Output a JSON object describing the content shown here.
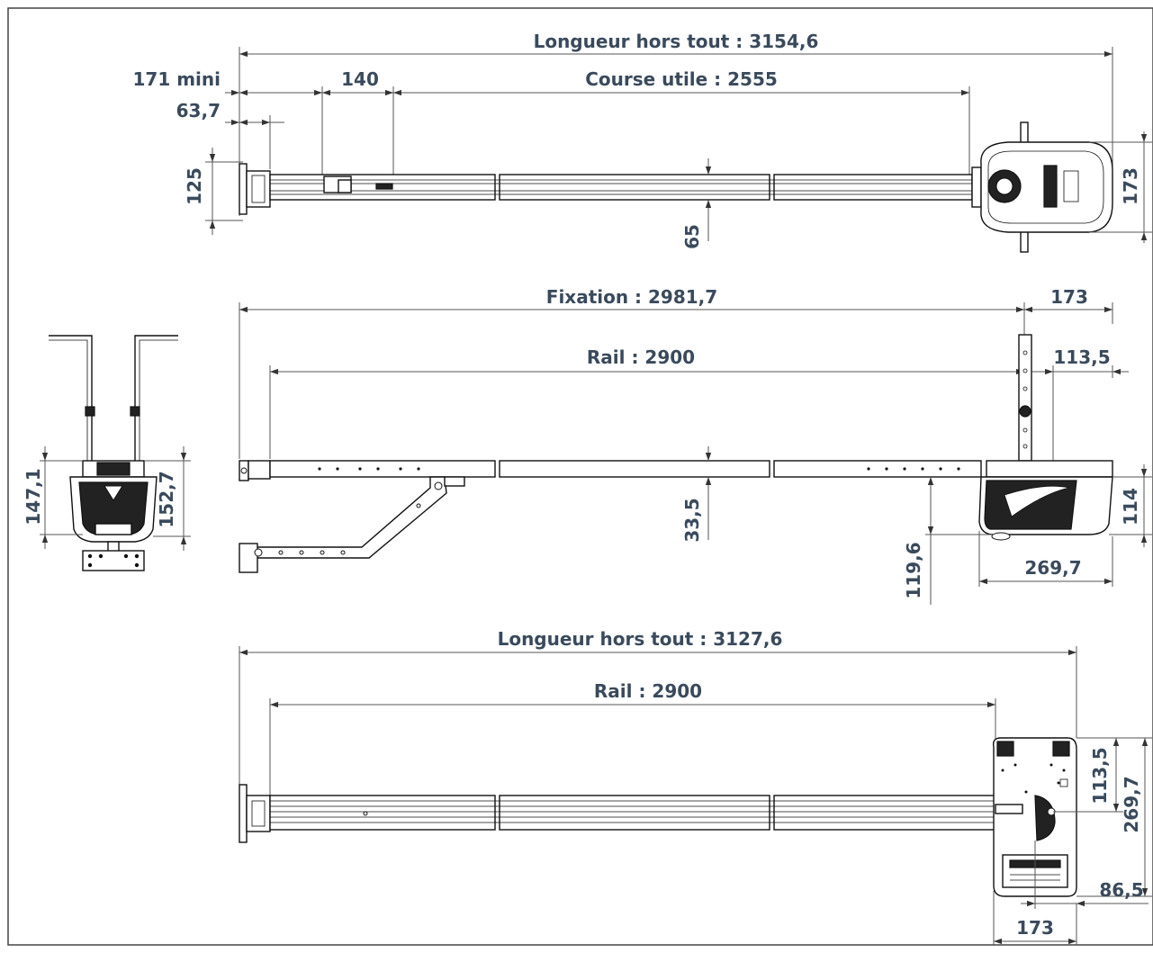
{
  "top_view": {
    "overall_length": "Longueur hors tout : 3154,6",
    "min_offset": "171 mini",
    "trolley_width": "140",
    "useful_stroke": "Course utile : 2555",
    "bracket_offset": "63,7",
    "bracket_height": "125",
    "rail_width": "65",
    "motor_width": "173"
  },
  "side_view": {
    "fixation": "Fixation : 2981,7",
    "motor_offset": "173",
    "rail_length": "Rail : 2900",
    "hanger_offset": "113,5",
    "rail_height": "33,5",
    "motor_height": "114",
    "clearance": "119,6",
    "motor_length": "269,7"
  },
  "end_view": {
    "height_left": "147,1",
    "height_right": "152,7"
  },
  "bottom_view": {
    "overall_length": "Longueur hors tout : 3127,6",
    "rail_length": "Rail : 2900",
    "axis_offset": "113,5",
    "motor_length": "269,7",
    "bottom_offset": "86,5",
    "motor_width": "173"
  }
}
